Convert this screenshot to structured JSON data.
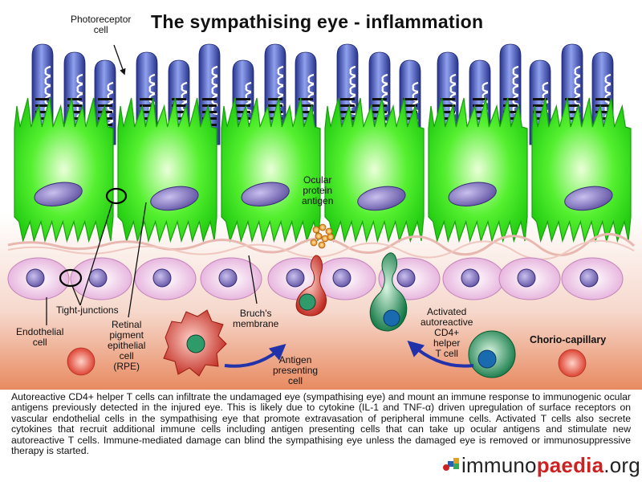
{
  "title": "The sympathising eye - inflammation",
  "labels": {
    "photoreceptor": [
      "Photoreceptor",
      "cell"
    ],
    "ocular_antigen": [
      "Ocular",
      "protein",
      "antigen"
    ],
    "tight_junctions": "Tight-junctions",
    "endothelial": [
      "Endothelial",
      "cell"
    ],
    "rpe": [
      "Retinal",
      "pigment",
      "epithelial",
      "cell",
      "(RPE)"
    ],
    "bruchs": [
      "Bruch's",
      "membrane"
    ],
    "apc": [
      "Antigen",
      "presenting",
      "cell"
    ],
    "activated_t": [
      "Activated",
      "autoreactive",
      "CD4+",
      "helper",
      "T cell"
    ],
    "chorio": "Chorio-capillary"
  },
  "caption": "Autoreactive CD4+ helper T cells can infiltrate the undamaged eye (sympathising eye) and mount an immune response to immunogenic ocular antigens previously detected in the injured eye. This is likely due to cytokine (IL-1 and TNF-α) driven upregulation of surface receptors on vascular endothelial cells in the sympathising eye that promote extravasation of peripheral immune cells. Activated T cells also secrete cytokines that recruit additional immune cells including antigen presenting cells that can take up ocular antigens and stimulate new autoreactive T cells. Immune-mediated damage can blind the sympathising eye unless the damaged eye is removed or immunosuppressive therapy is started.",
  "logo": {
    "part1": "immuno",
    "part2": "paedia",
    "part3": ".org"
  },
  "colors": {
    "rpe": "#33ee22",
    "photoreceptor": "#3344aa",
    "endothelial": "#e9bfe0",
    "nucleus": "#6655aa",
    "apc": "#d04030",
    "tcell": "#228855"
  }
}
